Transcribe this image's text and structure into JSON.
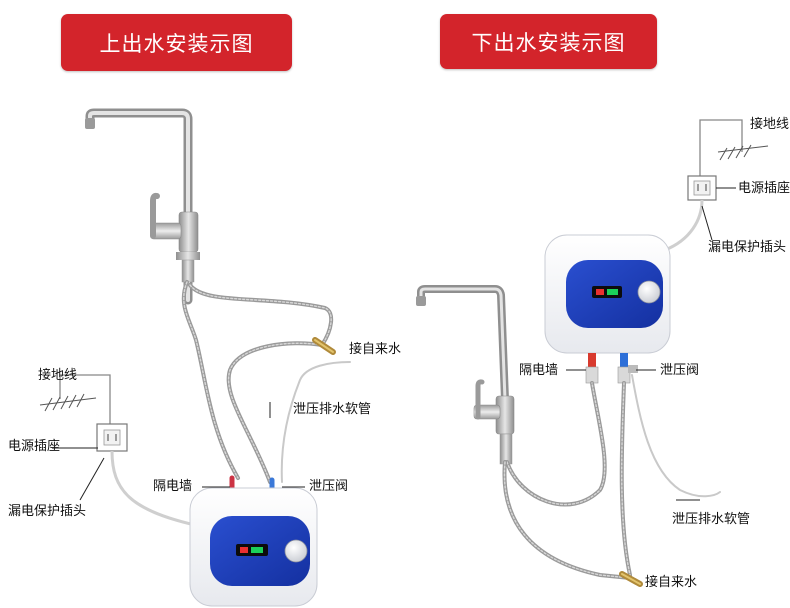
{
  "left": {
    "title": "上出水安装示图",
    "labels": {
      "ground": "接地线",
      "socket": "电源插座",
      "plug": "漏电保护插头",
      "inlet": "接自来水",
      "drain_hose": "泄压排水软管",
      "barrier": "隔电墙",
      "relief_valve": "泄压阀"
    }
  },
  "right": {
    "title": "下出水安装示图",
    "labels": {
      "ground": "接地线",
      "socket": "电源插座",
      "plug": "漏电保护插头",
      "barrier": "隔电墙",
      "relief_valve": "泄压阀",
      "drain_hose": "泄压排水软管",
      "inlet": "接自来水"
    }
  },
  "colors": {
    "banner": "#d3242b",
    "heater_panel": "#1f3fb8",
    "hot_marker": "#d83a2e",
    "cold_marker": "#2d6fd8",
    "hose": "#9a9a9a",
    "faucet": "#b8b8b8"
  }
}
